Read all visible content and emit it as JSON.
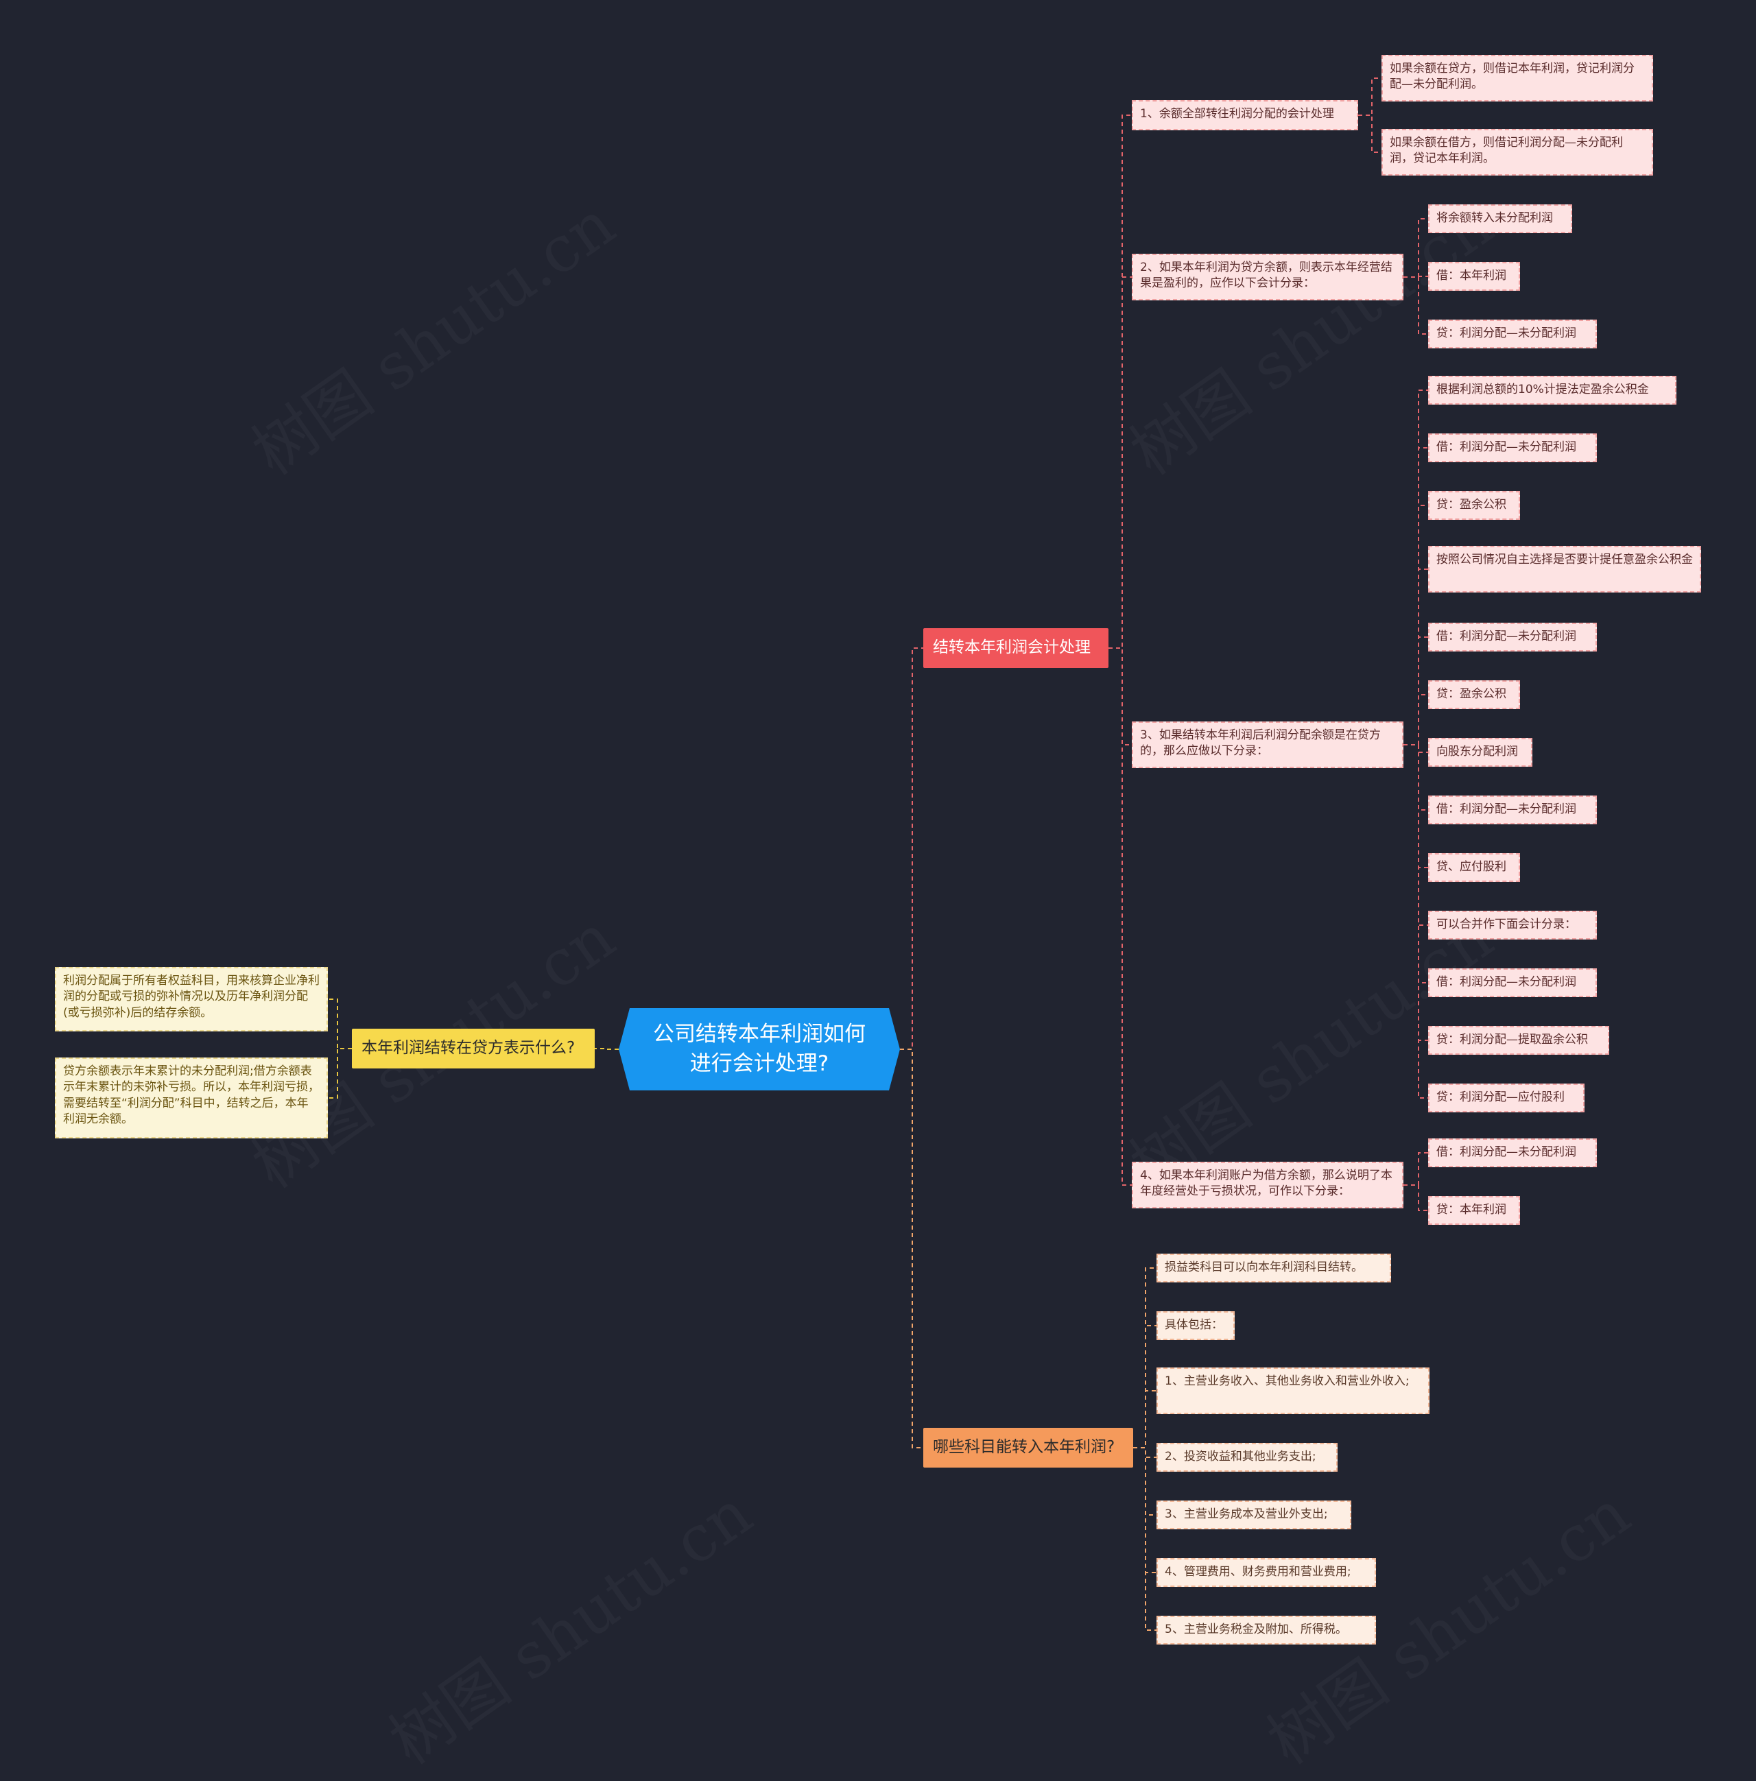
{
  "watermark": "树图 shutu.cn",
  "colors": {
    "background": "#212430",
    "root": "#1896f0",
    "branch_red": "#f0555a",
    "branch_orange": "#f59a5b",
    "branch_yellow": "#f7d94c",
    "link_red": "#e3646a",
    "link_orange": "#f2a66b",
    "link_yellow": "#e8c640"
  },
  "root": {
    "label": "公司结转本年利润如何进行会计处理?"
  },
  "left_branch": {
    "label": "本年利润结转在贷方表示什么?",
    "children": [
      "利润分配属于所有者权益科目，用来核算企业净利润的分配或亏损的弥补情况以及历年净利润分配(或亏损弥补)后的结存余额。",
      "贷方余额表示年末累计的未分配利润;借方余额表示年末累计的未弥补亏损。所以，本年利润亏损，需要结转至“利润分配”科目中，结转之后，本年利润无余额。"
    ]
  },
  "branch1": {
    "label": "结转本年利润会计处理",
    "subs": [
      {
        "label": "1、余额全部转往利润分配的会计处理",
        "children": [
          "如果余额在贷方，则借记本年利润，贷记利润分配—未分配利润。",
          "如果余额在借方，则借记利润分配—未分配利润，贷记本年利润。"
        ]
      },
      {
        "label": "2、如果本年利润为贷方余额，则表示本年经营结果是盈利的，应作以下会计分录：",
        "children": [
          "将余额转入未分配利润",
          "借：本年利润",
          "贷：利润分配—未分配利润"
        ]
      },
      {
        "label": "3、如果结转本年利润后利润分配余额是在贷方的，那么应做以下分录：",
        "children": [
          "根据利润总额的10%计提法定盈余公积金",
          "借：利润分配—未分配利润",
          "贷：盈余公积",
          "按照公司情况自主选择是否要计提任意盈余公积金",
          "借：利润分配—未分配利润",
          "贷：盈余公积",
          "向股东分配利润",
          "借：利润分配—未分配利润",
          "贷、应付股利",
          "可以合并作下面会计分录：",
          "借：利润分配—未分配利润",
          "贷：利润分配—提取盈余公积",
          "贷：利润分配—应付股利"
        ]
      },
      {
        "label": "4、如果本年利润账户为借方余额，那么说明了本年度经营处于亏损状况，可作以下分录：",
        "children": [
          "借：利润分配—未分配利润",
          "贷：本年利润"
        ]
      }
    ]
  },
  "branch2": {
    "label": "哪些科目能转入本年利润?",
    "children": [
      "损益类科目可以向本年利润科目结转。",
      "具体包括：",
      "1、主营业务收入、其他业务收入和营业外收入;",
      "2、投资收益和其他业务支出;",
      "3、主营业务成本及营业外支出;",
      "4、管理费用、财务费用和营业费用;",
      "5、主营业务税金及附加、所得税。"
    ]
  }
}
